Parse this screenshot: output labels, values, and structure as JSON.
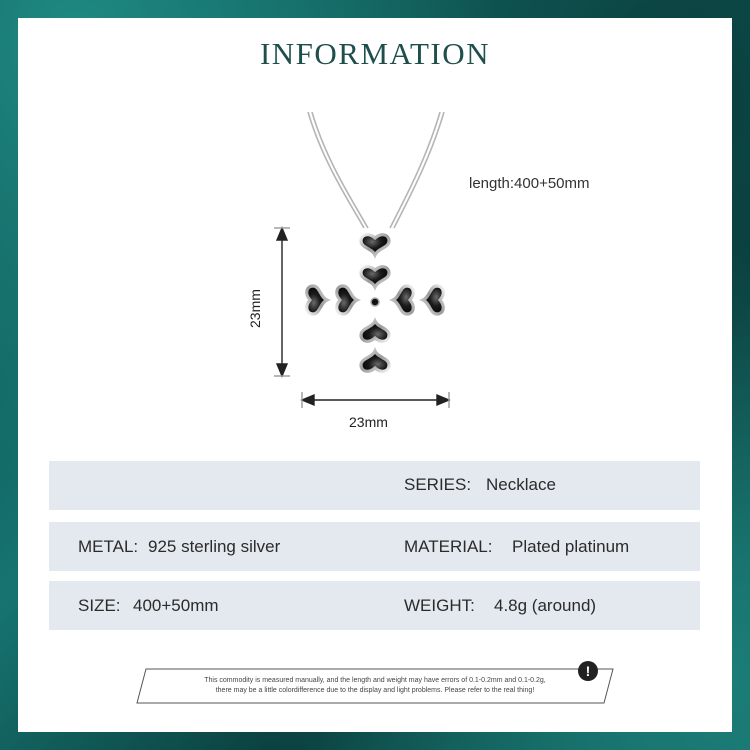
{
  "title": "INFORMATION",
  "product": {
    "length": "length:400+50mm",
    "height": "23mm",
    "width": "23mm"
  },
  "specs": {
    "series_label": "SERIES:",
    "series_value": "Necklace",
    "metal_label": "METAL:",
    "metal_value": "925 sterling silver",
    "material_label": "MATERIAL:",
    "material_value": "Plated platinum",
    "size_label": "SIZE:",
    "size_value": "400+50mm",
    "weight_label": "WEIGHT:",
    "weight_value": "4.8g (around)"
  },
  "notice": {
    "line1": "This commodity is measured manually, and the length and weight may have errors of 0.1-0.2mm and 0.1-0.2g,",
    "line2": "there may be a little colordifference due to the display and light problems. Please refer to the real thing!",
    "icon": "!"
  },
  "colors": {
    "accent": "#1e4f4c",
    "row_bg": "#e3e9ef",
    "frame": "#0d4f4d"
  }
}
